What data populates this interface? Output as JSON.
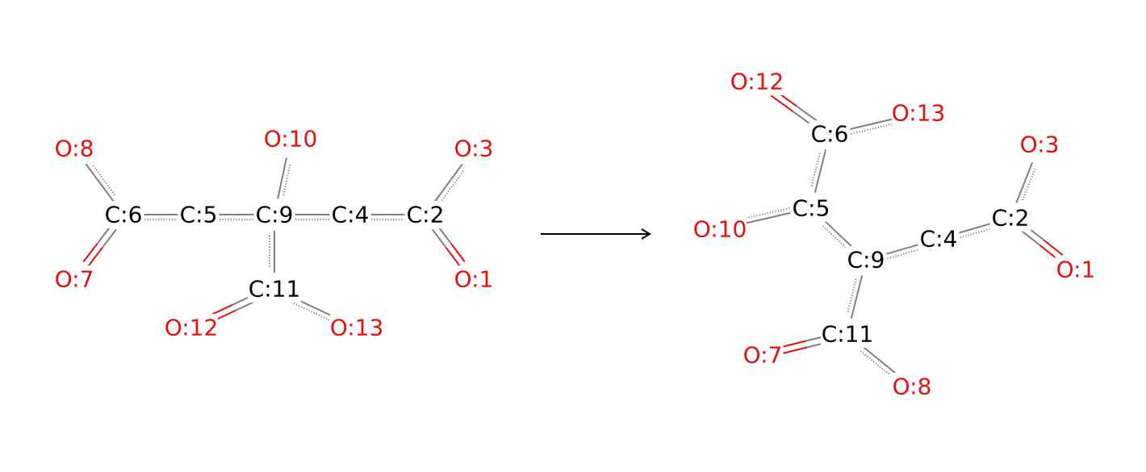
{
  "colors": {
    "carbon": "#000000",
    "oxygen": "#e8100c",
    "bond": "#808080",
    "arrow": "#000000"
  },
  "reactant": {
    "atoms": [
      {
        "id": "C:6",
        "element": "C"
      },
      {
        "id": "C:5",
        "element": "C"
      },
      {
        "id": "C:9",
        "element": "C"
      },
      {
        "id": "C:4",
        "element": "C"
      },
      {
        "id": "C:2",
        "element": "C"
      },
      {
        "id": "C:11",
        "element": "C"
      },
      {
        "id": "O:8",
        "element": "O"
      },
      {
        "id": "O:7",
        "element": "O"
      },
      {
        "id": "O:10",
        "element": "O"
      },
      {
        "id": "O:3",
        "element": "O"
      },
      {
        "id": "O:1",
        "element": "O"
      },
      {
        "id": "O:12",
        "element": "O"
      },
      {
        "id": "O:13",
        "element": "O"
      }
    ],
    "bonds": [
      {
        "a": "C:6",
        "b": "O:8",
        "order": "aromatic"
      },
      {
        "a": "C:6",
        "b": "O:7",
        "order": "double"
      },
      {
        "a": "C:6",
        "b": "C:5",
        "order": "aromatic"
      },
      {
        "a": "C:5",
        "b": "C:9",
        "order": "aromatic"
      },
      {
        "a": "C:9",
        "b": "O:10",
        "order": "aromatic"
      },
      {
        "a": "C:9",
        "b": "C:4",
        "order": "aromatic"
      },
      {
        "a": "C:4",
        "b": "C:2",
        "order": "aromatic"
      },
      {
        "a": "C:2",
        "b": "O:3",
        "order": "aromatic"
      },
      {
        "a": "C:2",
        "b": "O:1",
        "order": "double"
      },
      {
        "a": "C:9",
        "b": "C:11",
        "order": "aromatic"
      },
      {
        "a": "C:11",
        "b": "O:12",
        "order": "double"
      },
      {
        "a": "C:11",
        "b": "O:13",
        "order": "aromatic"
      }
    ]
  },
  "product": {
    "atoms": [
      {
        "id": "O:12",
        "element": "O"
      },
      {
        "id": "O:13",
        "element": "O"
      },
      {
        "id": "C:6",
        "element": "C"
      },
      {
        "id": "O:3",
        "element": "O"
      },
      {
        "id": "C:5",
        "element": "C"
      },
      {
        "id": "O:10",
        "element": "O"
      },
      {
        "id": "C:2",
        "element": "C"
      },
      {
        "id": "C:4",
        "element": "C"
      },
      {
        "id": "C:9",
        "element": "C"
      },
      {
        "id": "O:1",
        "element": "O"
      },
      {
        "id": "C:11",
        "element": "C"
      },
      {
        "id": "O:7",
        "element": "O"
      },
      {
        "id": "O:8",
        "element": "O"
      }
    ],
    "bonds": [
      {
        "a": "C:6",
        "b": "O:12",
        "order": "double"
      },
      {
        "a": "C:6",
        "b": "O:13",
        "order": "aromatic"
      },
      {
        "a": "C:6",
        "b": "C:5",
        "order": "aromatic"
      },
      {
        "a": "C:5",
        "b": "O:10",
        "order": "aromatic"
      },
      {
        "a": "C:5",
        "b": "C:9",
        "order": "aromatic"
      },
      {
        "a": "C:9",
        "b": "C:4",
        "order": "aromatic"
      },
      {
        "a": "C:4",
        "b": "C:2",
        "order": "aromatic"
      },
      {
        "a": "C:2",
        "b": "O:3",
        "order": "aromatic"
      },
      {
        "a": "C:2",
        "b": "O:1",
        "order": "double"
      },
      {
        "a": "C:9",
        "b": "C:11",
        "order": "aromatic"
      },
      {
        "a": "C:11",
        "b": "O:7",
        "order": "double"
      },
      {
        "a": "C:11",
        "b": "O:8",
        "order": "aromatic"
      }
    ]
  }
}
